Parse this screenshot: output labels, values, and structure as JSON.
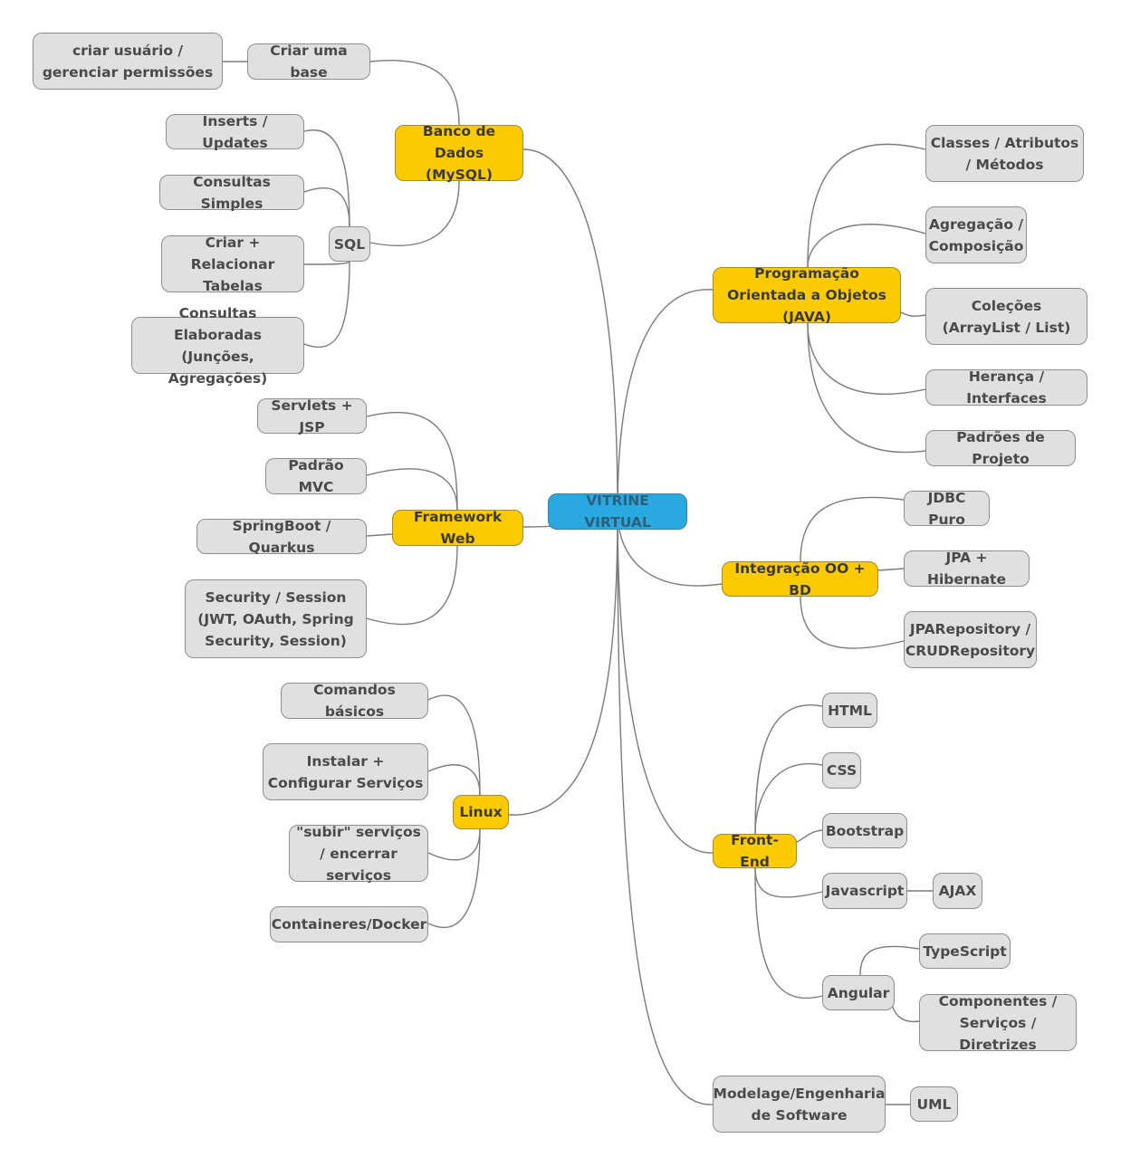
{
  "colors": {
    "root": "#2aa9e0",
    "branch": "#fcca00",
    "leaf": "#e0e0e0",
    "line": "#7b7b7b"
  },
  "nodes": {
    "root": "VITRINE VIRTUAL",
    "banco": "Banco de Dados (MySQL)",
    "criar_base": "Criar uma base",
    "criar_usuario": "criar usuário / gerenciar permissões",
    "sql": "SQL",
    "inserts": "Inserts / Updates",
    "consultas_simples": "Consultas Simples",
    "criar_tabelas": "Criar + Relacionar Tabelas",
    "consultas_elaboradas": "Consultas Elaboradas (Junções, Agregações)",
    "framework": "Framework Web",
    "servlets": "Servlets + JSP",
    "mvc": "Padrão MVC",
    "springboot": "SpringBoot / Quarkus",
    "security": "Security / Session (JWT, OAuth, Spring Security, Session)",
    "linux": "Linux",
    "comandos": "Comandos básicos",
    "instalar": "Instalar + Configurar Serviços",
    "subir": "\"subir\" serviços / encerrar serviços",
    "containeres": "Containeres/Docker",
    "poo": "Programação Orientada a Objetos (JAVA)",
    "classes": "Classes / Atributos / Métodos",
    "agregacao": "Agregação / Composição",
    "colecoes": "Coleções (ArrayList / List)",
    "heranca": "Herança / Interfaces",
    "padroes": "Padrões de Projeto",
    "integracao": "Integração OO + BD",
    "jdbc": "JDBC Puro",
    "jpa": "JPA + Hibernate",
    "jparepo": "JPARepository / CRUDRepository",
    "frontend": "Front-End",
    "html": "HTML",
    "css": "CSS",
    "bootstrap": "Bootstrap",
    "javascript": "Javascript",
    "ajax": "AJAX",
    "angular": "Angular",
    "typescript": "TypeScript",
    "componentes": "Componentes / Serviços / Diretrizes",
    "modelagem": "Modelage/Engenharia de Software",
    "uml": "UML"
  }
}
